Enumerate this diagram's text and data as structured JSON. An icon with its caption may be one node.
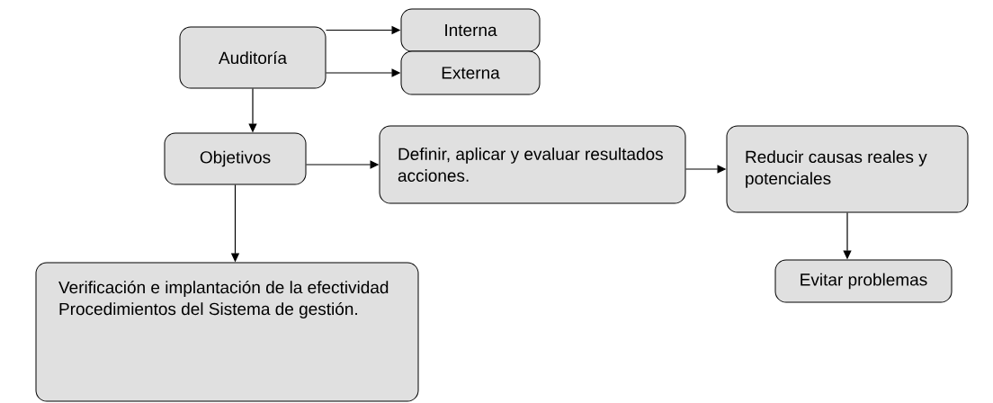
{
  "diagram": {
    "nodes": [
      {
        "text": [
          "Auditoría"
        ]
      },
      {
        "text": [
          "Interna"
        ]
      },
      {
        "text": [
          "Externa"
        ]
      },
      {
        "text": [
          "Objetivos"
        ]
      },
      {
        "text": [
          "Definir, aplicar y evaluar resultados acciones."
        ]
      },
      {
        "text": [
          "Reducir causas reales y potenciales"
        ]
      },
      {
        "text": [
          "Evitar problemas"
        ]
      },
      {
        "text": [
          "Verificación e implantación de la efectividad Procedimientos del Sistema de gestión."
        ]
      }
    ],
    "edges": [
      {
        "from": 0,
        "to": 1,
        "arrow": "to"
      },
      {
        "from": 0,
        "to": 2,
        "arrow": "to"
      },
      {
        "from": 0,
        "to": 3,
        "arrow": "to"
      },
      {
        "from": 3,
        "to": 4,
        "arrow": "to"
      },
      {
        "from": 4,
        "to": 5,
        "arrow": "to"
      },
      {
        "from": 5,
        "to": 6,
        "arrow": "to"
      },
      {
        "from": 3,
        "to": 7,
        "arrow": "to"
      }
    ]
  }
}
